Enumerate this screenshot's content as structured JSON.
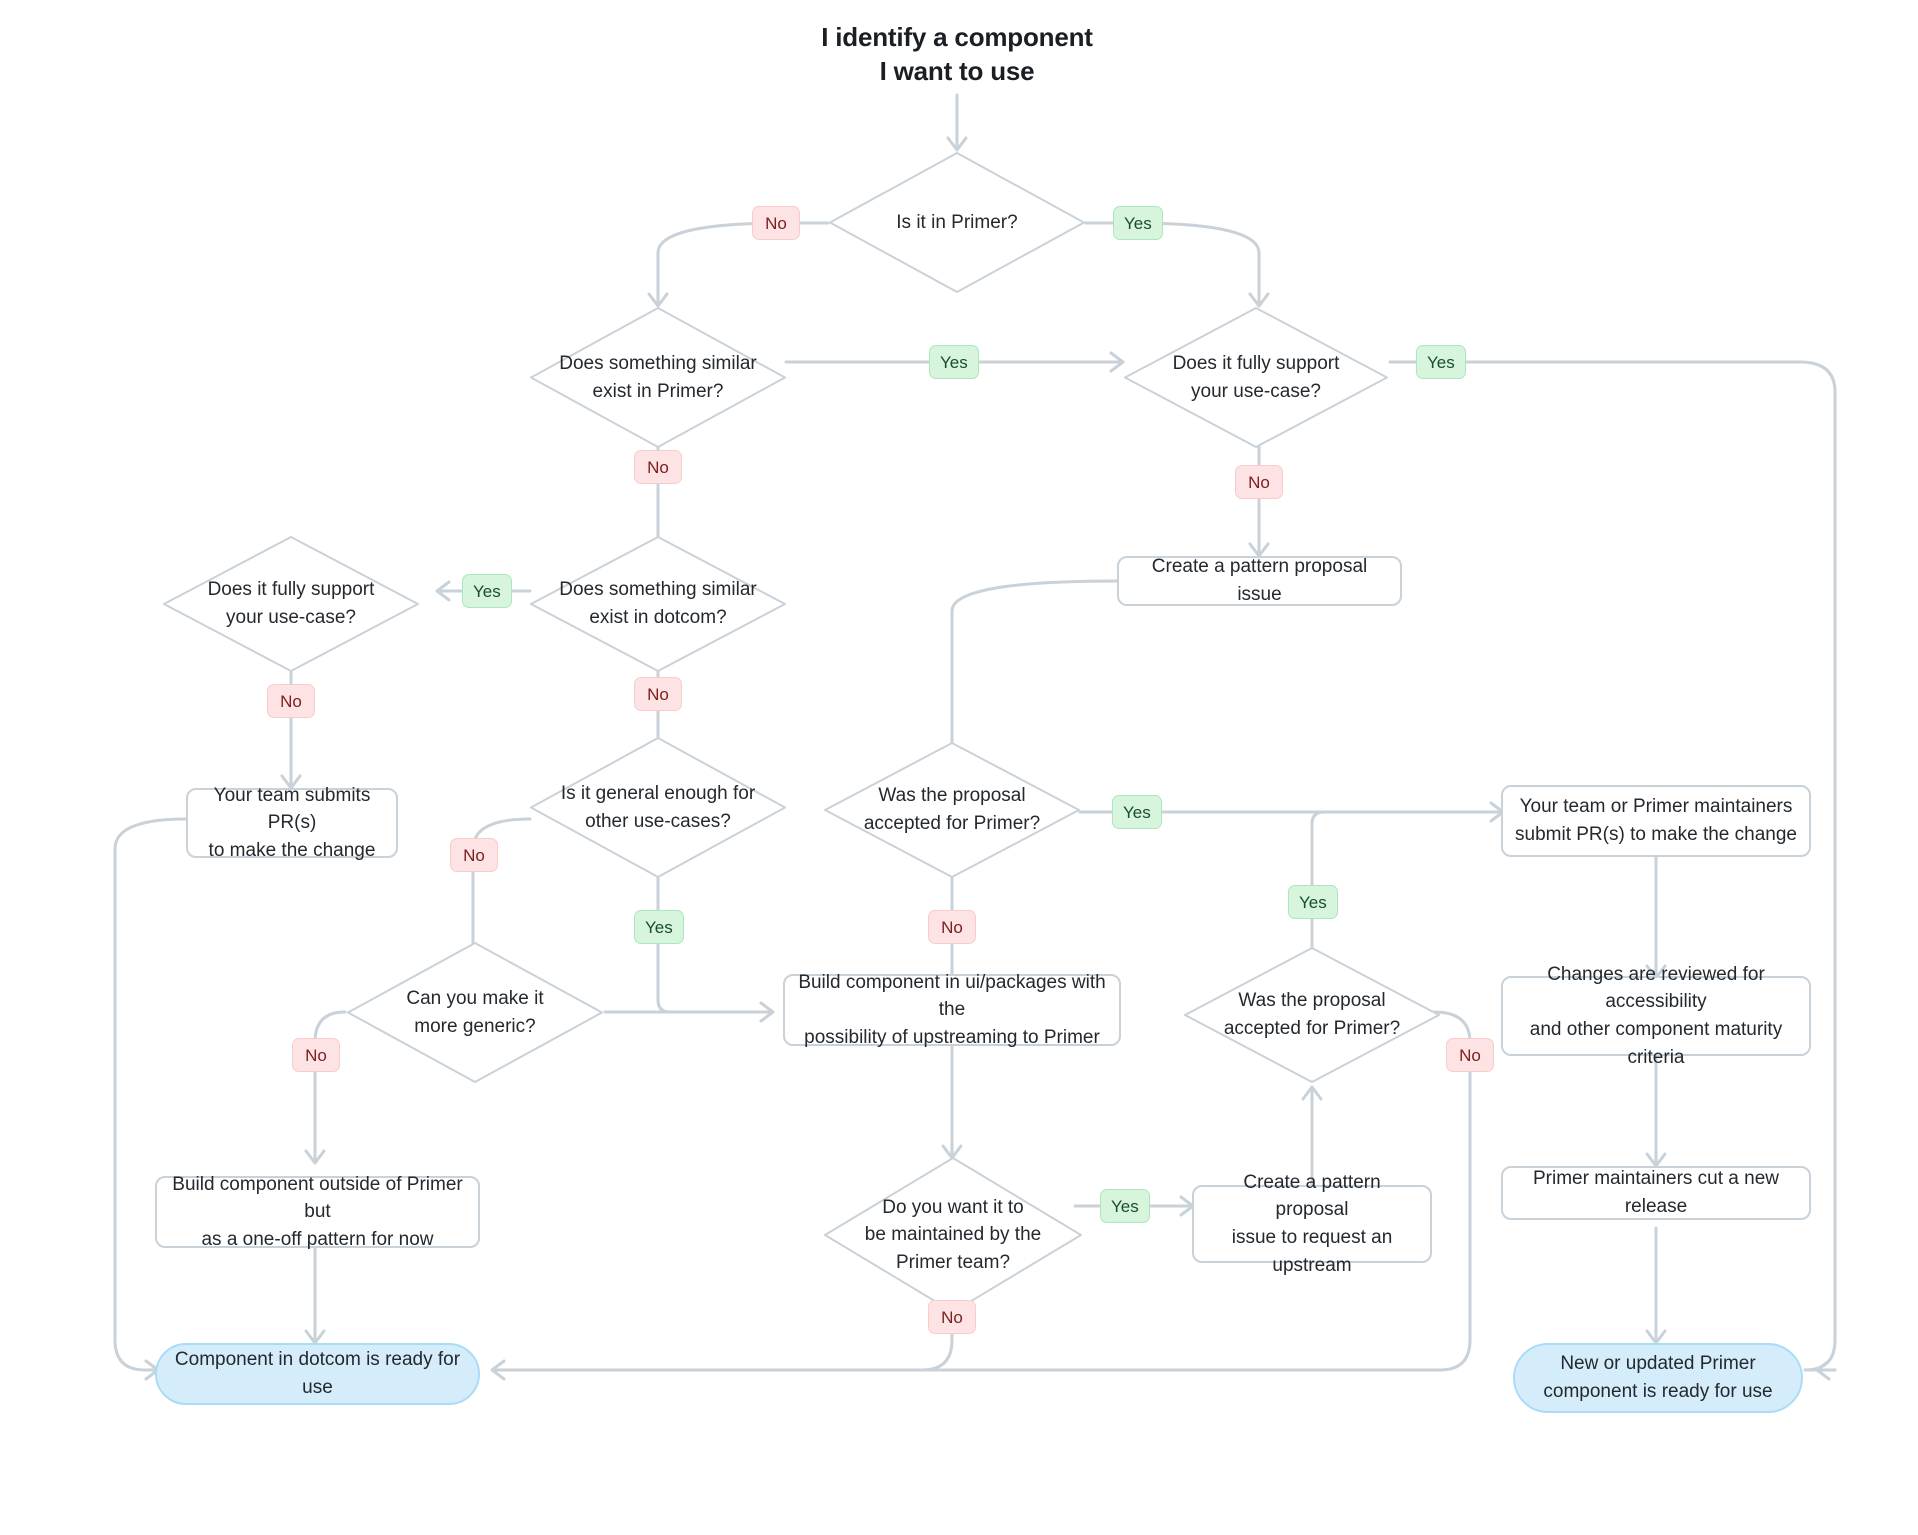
{
  "diagram": {
    "title_line1": "I identify a component",
    "title_line2": "I want to use",
    "colors": {
      "edge": "#c9d1d9",
      "box_border": "#c9d1d9",
      "terminal_fill": "#d5ecfb",
      "terminal_border": "#a9dcf7",
      "badge_yes_fill": "#d6f5dc",
      "badge_no_fill": "#fde3e3",
      "text": "#24292f",
      "background": "#ffffff"
    }
  },
  "nodes": {
    "start": {
      "label": "I identify a component I want to use",
      "type": "title"
    },
    "is_in_primer": {
      "label": "Is it in Primer?",
      "type": "decision"
    },
    "similar_in_primer": {
      "line1": "Does something similar",
      "line2": "exist in Primer?",
      "type": "decision"
    },
    "fully_support_primer": {
      "line1": "Does it fully support",
      "line2": "your use-case?",
      "type": "decision"
    },
    "similar_in_dotcom": {
      "line1": "Does something similar",
      "line2": "exist in dotcom?",
      "type": "decision"
    },
    "fully_support_dotcom": {
      "line1": "Does it fully support",
      "line2": "your use-case?",
      "type": "decision"
    },
    "create_proposal": {
      "label": "Create a pattern proposal issue",
      "type": "process"
    },
    "team_submits_pr": {
      "line1": "Your team submits PR(s)",
      "line2": "to make the change",
      "type": "process"
    },
    "general_enough": {
      "line1": "Is it general enough for",
      "line2": "other use-cases?",
      "type": "decision"
    },
    "proposal_accepted_1": {
      "line1": "Was the proposal",
      "line2": "accepted for Primer?",
      "type": "decision"
    },
    "team_or_primer_pr": {
      "line1": "Your team or Primer maintainers",
      "line2": "submit PR(s) to make the change",
      "type": "process"
    },
    "make_generic": {
      "line1": "Can you make it",
      "line2": "more generic?",
      "type": "decision"
    },
    "build_in_ui_packages": {
      "line1": "Build component in ui/packages with the",
      "line2": "possibility of upstreaming to Primer",
      "type": "process"
    },
    "proposal_accepted_2": {
      "line1": "Was the proposal",
      "line2": "accepted for Primer?",
      "type": "decision"
    },
    "changes_reviewed": {
      "line1": "Changes are reviewed for accessibility",
      "line2": "and other component maturity criteria",
      "type": "process"
    },
    "build_outside_primer": {
      "line1": "Build component outside of Primer but",
      "line2": "as a one-off pattern for now",
      "type": "process"
    },
    "maintained_by_primer": {
      "line1": "Do you want it to",
      "line2": "be maintained by the",
      "line3": "Primer team?",
      "type": "decision"
    },
    "create_upstream_proposal": {
      "line1": "Create a pattern proposal",
      "line2": "issue to request an upstream",
      "type": "process"
    },
    "cut_new_release": {
      "label": "Primer maintainers cut a new release",
      "type": "process"
    },
    "dotcom_ready": {
      "label": "Component in dotcom is ready for use",
      "type": "terminal"
    },
    "primer_ready": {
      "line1": "New or updated Primer",
      "line2": "component is ready for use",
      "type": "terminal"
    }
  },
  "edge_labels": {
    "primer_no": "No",
    "primer_yes": "Yes",
    "similar_primer_yes": "Yes",
    "similar_primer_no": "No",
    "fully_support_primer_yes": "Yes",
    "fully_support_primer_no": "No",
    "similar_dotcom_yes": "Yes",
    "similar_dotcom_no": "No",
    "fully_support_dotcom_no": "No",
    "general_enough_no": "No",
    "general_enough_yes": "Yes",
    "proposal1_yes": "Yes",
    "proposal1_no": "No",
    "proposal2_yes": "Yes",
    "proposal2_no": "No",
    "make_generic_no": "No",
    "maintained_yes": "Yes",
    "maintained_no": "No"
  }
}
